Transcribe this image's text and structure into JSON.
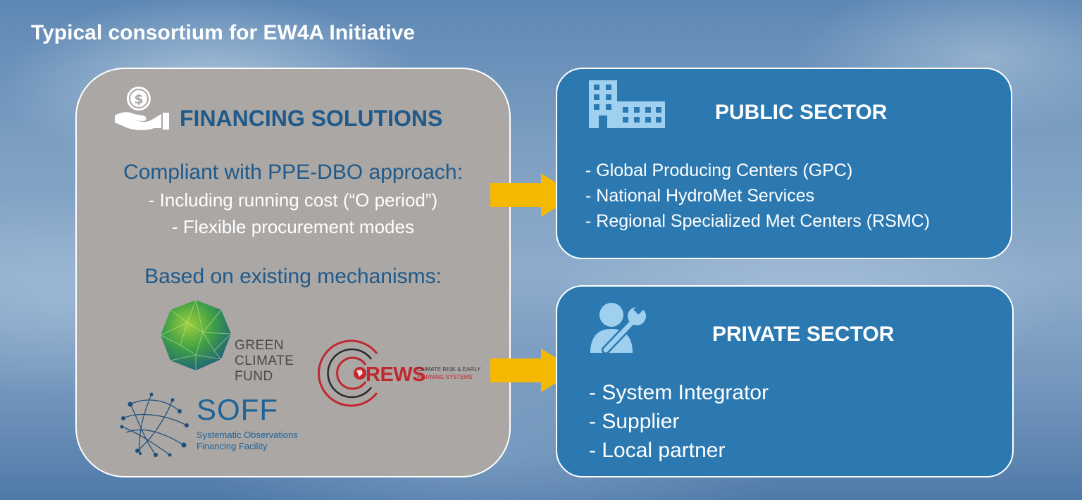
{
  "title": "Typical consortium for EW4A Initiative",
  "financing": {
    "heading": "FINANCING SOLUTIONS",
    "line1": "Compliant with PPE-DBO approach:",
    "line2": "- Including running cost (“O period”)",
    "line3": "- Flexible procurement modes",
    "line4": "Based on existing mechanisms:",
    "gcf": [
      "GREEN",
      "CLIMATE",
      "FUND"
    ],
    "crews": {
      "name": "REWS",
      "sub1": "CLIMATE RISK & EARLY",
      "sub2": "WARNING SYSTEMS"
    },
    "soff": {
      "name": "SOFF",
      "sub1": "Systematic Observations",
      "sub2": "Financing Facility"
    }
  },
  "public_sector": {
    "title": "PUBLIC SECTOR",
    "items": [
      "- Global Producing Centers (GPC)",
      "- National HydroMet Services",
      "- Regional Specialized Met Centers (RSMC)"
    ]
  },
  "private_sector": {
    "title": "PRIVATE SECTOR",
    "items": [
      "- System Integrator",
      "- Supplier",
      "- Local partner"
    ]
  },
  "colors": {
    "navy_text": "#1f5a8a",
    "sector_fill": "#2b79b0",
    "finance_fill": "#aaa7a5",
    "arrow": "#f5b800",
    "crews_red": "#c0282e"
  },
  "icons": {
    "financing": "money-hand-icon",
    "public": "building-icon",
    "private": "person-wrench-icon"
  }
}
